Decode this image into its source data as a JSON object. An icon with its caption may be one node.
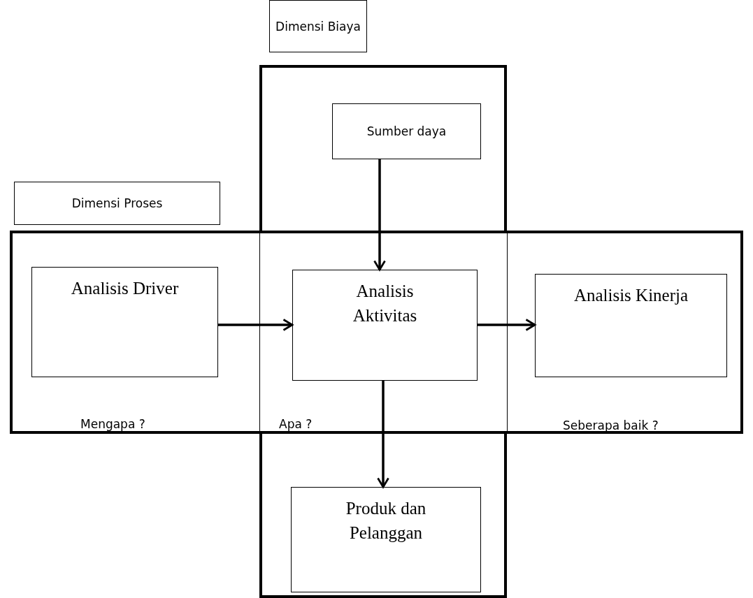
{
  "diagram": {
    "nodes": [
      {
        "text": [
          "Dimensi Biaya"
        ]
      },
      {
        "text": [],
        "shape": "box"
      },
      {
        "text": [
          "Sumber daya"
        ],
        "in": 1
      },
      {
        "text": [
          "Dimensi Proses"
        ]
      },
      {
        "text": [],
        "shape": "box"
      },
      {
        "text": [
          "Analisis Driver"
        ],
        "in": 4
      },
      {
        "text": [
          "Analisis Aktivitas"
        ]
      },
      {
        "text": [
          "Analisis Kinerja"
        ],
        "in": 4
      },
      {
        "text": [
          "Produk dan Pelanggan"
        ],
        "in": 1
      }
    ],
    "edges": [
      {
        "from": 2,
        "to": 6,
        "arrow": "to"
      },
      {
        "from": 5,
        "to": 6,
        "arrow": "to"
      },
      {
        "from": 6,
        "to": 7,
        "arrow": "to"
      },
      {
        "from": 6,
        "to": 8,
        "arrow": "to"
      }
    ],
    "labels": [
      "Mengapa ?",
      "Apa ?",
      "Seberapa baik ?"
    ]
  }
}
